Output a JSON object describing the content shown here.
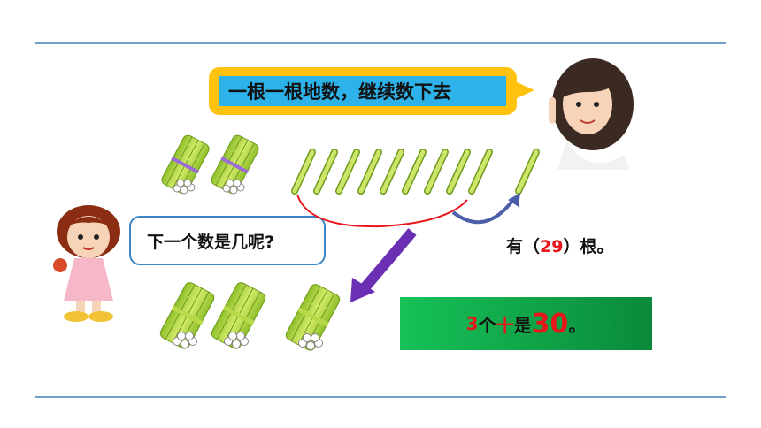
{
  "top_bubble": {
    "text": "一根一根地数，继续数下去"
  },
  "left_bubble": {
    "text": "下一个数是几呢?"
  },
  "answer": {
    "prefix": "有（",
    "number": "29",
    "suffix": "）根。"
  },
  "green_box": {
    "count": "3",
    "unit": "个",
    "ten": "十",
    "is": "是",
    "result": "30",
    "period": "。"
  },
  "colors": {
    "accent_yellow": "#ffc20e",
    "accent_blue": "#2db2ea",
    "highlight_red": "#e8161b",
    "green": "#16c158",
    "stick": "#b8d94a",
    "arrow_purple": "#6b2fb3"
  },
  "icons": {
    "teacher": "teacher-figure",
    "girl": "girl-figure"
  }
}
